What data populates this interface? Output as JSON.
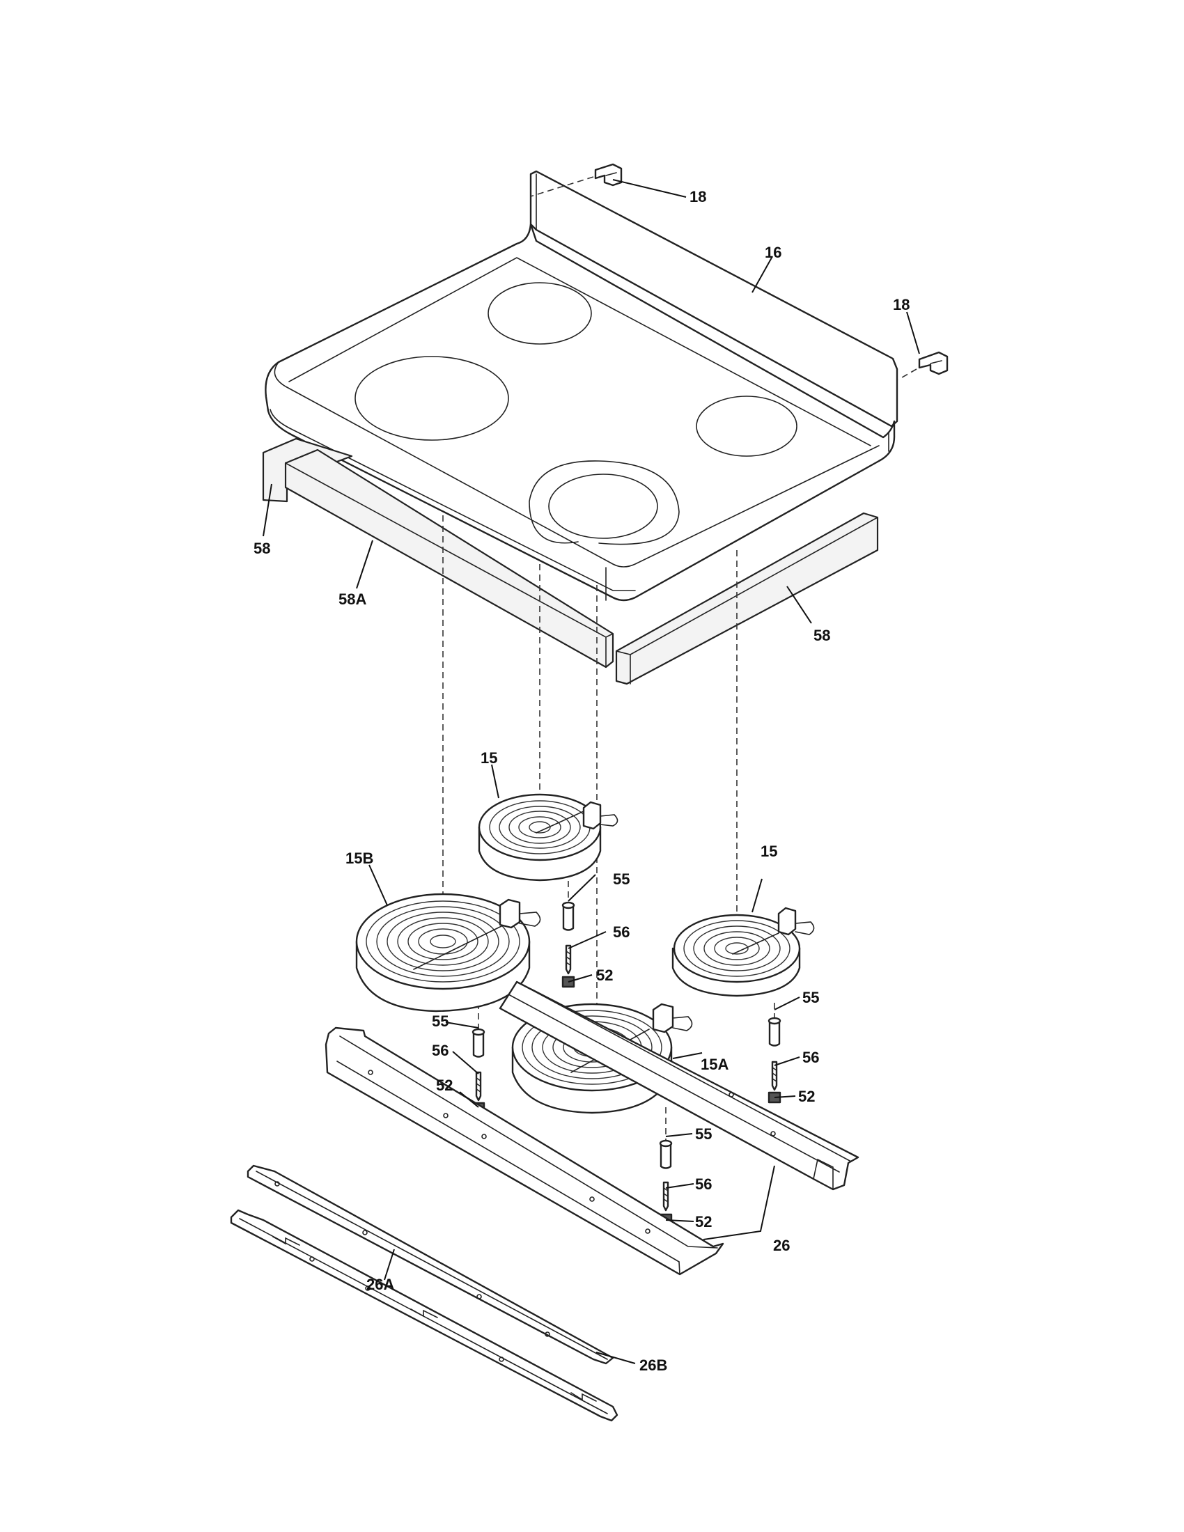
{
  "callouts": {
    "c18a": "18",
    "c18b": "18",
    "c16": "16",
    "c58a": "58",
    "c58A": "58A",
    "c58b": "58",
    "c15a": "15",
    "c15B": "15B",
    "c55a": "55",
    "c56a": "56",
    "c52a": "52",
    "c15b": "15",
    "c55b": "55",
    "c56b": "56",
    "c52b": "52",
    "c15A": "15A",
    "c55c": "55",
    "c56c": "56",
    "c52c": "52",
    "c55d": "55",
    "c56d": "56",
    "c52d": "52",
    "c26": "26",
    "c26A": "26A",
    "c26B": "26B"
  }
}
